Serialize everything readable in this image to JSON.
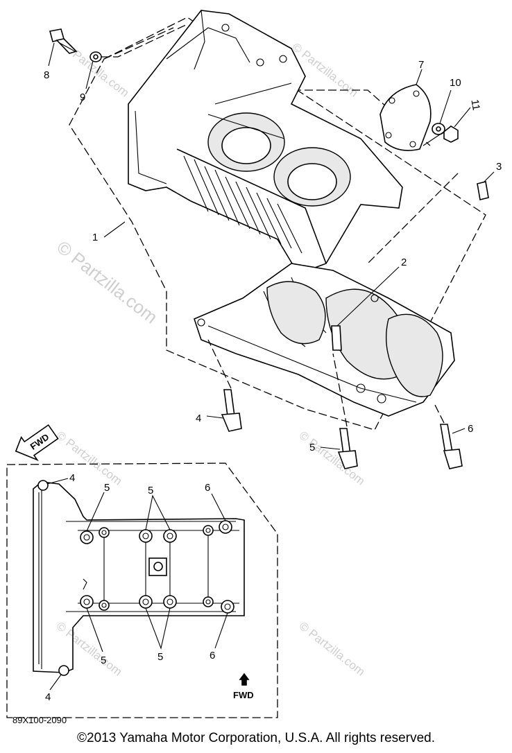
{
  "diagram": {
    "callouts": {
      "c1": "1",
      "c2": "2",
      "c3": "3",
      "c4a": "4",
      "c5a": "5",
      "c6a": "6",
      "c7": "7",
      "c8": "8",
      "c9": "9",
      "c10": "10",
      "c11": "11",
      "inset_4_top": "4",
      "inset_5_left_top": "5",
      "inset_5_mid_top": "5",
      "inset_6_top": "6",
      "inset_5_left_bottom": "5",
      "inset_5_mid_bottom": "5",
      "inset_6_bottom": "6",
      "inset_4_bottom": "4"
    },
    "fwd_arrow_label": "FWD",
    "inset_fwd_label": "FWD",
    "part_code": "89X100-2090",
    "watermark": "© Partzilla.com"
  },
  "footer": {
    "copyright": "©2013  Yamaha Motor Corporation, U.S.A. All rights reserved."
  }
}
